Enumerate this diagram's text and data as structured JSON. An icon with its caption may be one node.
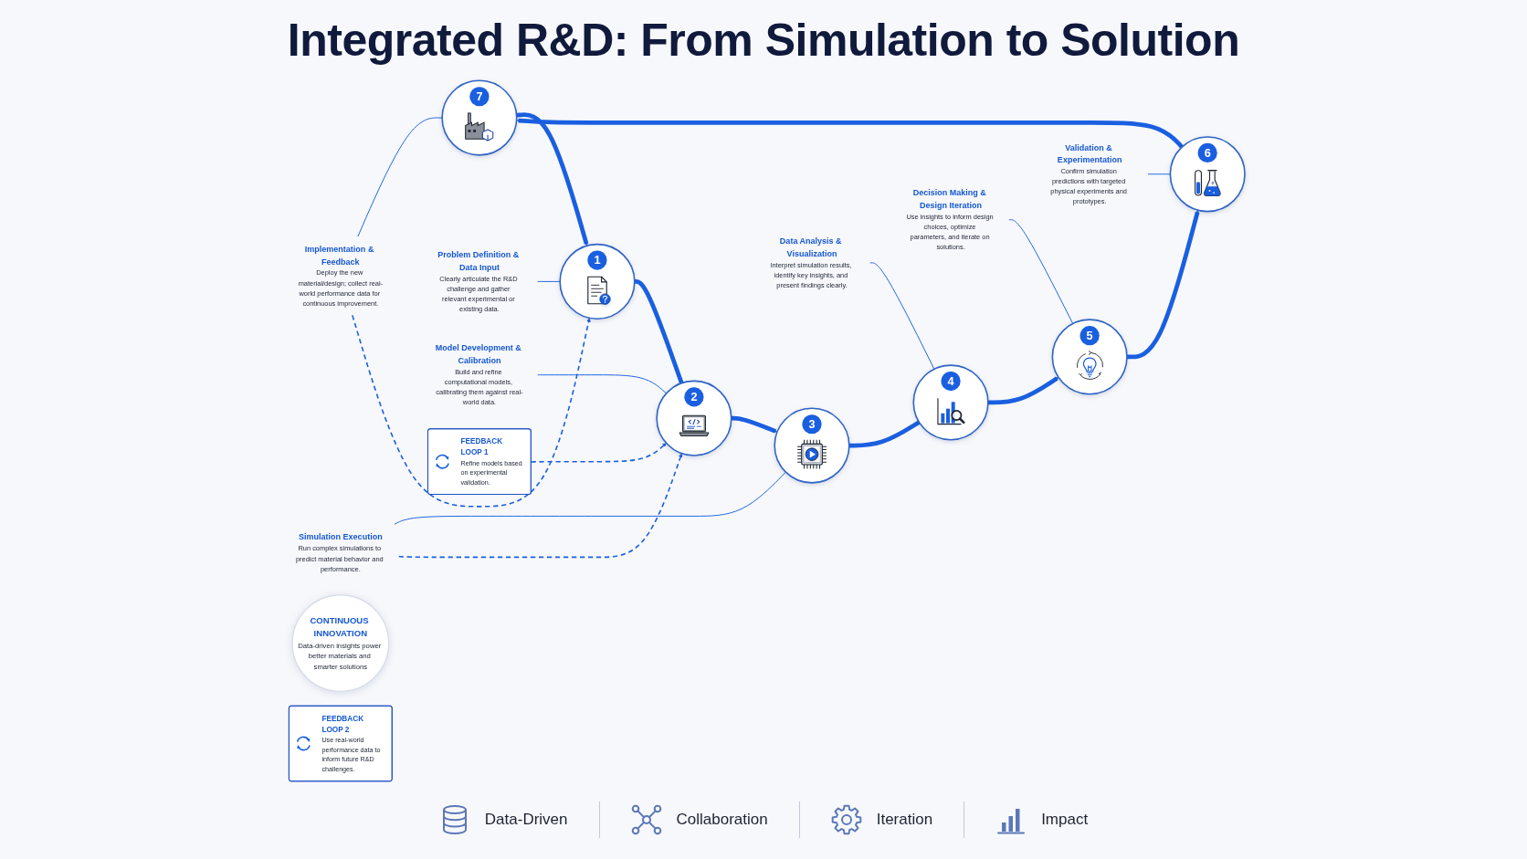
{
  "diagram": {
    "title": "Integrated R&D: From Simulation to Solution",
    "nodes": [
      {
        "text": [
          "1"
        ]
      },
      {
        "text": [
          "Problem Definition & Data Input",
          "Clearly articulate the R&D challenge and gather relevant experimental or existing data."
        ]
      },
      {
        "text": [
          "2"
        ]
      },
      {
        "text": [
          "Model Development & Calibration",
          "Build and refine computational models, calibrating them against real-world data."
        ]
      },
      {
        "text": [
          "3"
        ]
      },
      {
        "text": [
          "Simulation Execution",
          "Run complex simulations to predict material behavior and performance."
        ]
      },
      {
        "text": [
          "4"
        ]
      },
      {
        "text": [
          "Data Analysis & Visualization",
          "Interpret simulation results, identify key insights, and present findings clearly."
        ]
      },
      {
        "text": [
          "5"
        ]
      },
      {
        "text": [
          "Decision Making & Design Iteration",
          "Use insights to inform design choices, optimize parameters, and iterate on solutions."
        ]
      },
      {
        "text": [
          "6"
        ]
      },
      {
        "text": [
          "Validation & Experimentation",
          "Confirm simulation predictions with targeted physical experiments and prototypes."
        ]
      },
      {
        "text": [
          "7"
        ]
      },
      {
        "text": [
          "Implementation & Feedback",
          "Deploy the new material/design; collect real-world performance data for continuous improvement."
        ]
      },
      {
        "text": [
          "CONTINUOUS INNOVATION",
          "Data-driven insights power better materials and smarter solutions"
        ]
      },
      {
        "text": [
          "FEEDBACK LOOP 1",
          "Refine models based on experimental validation."
        ]
      },
      {
        "text": [
          "FEEDBACK LOOP 2",
          "Use real-world performance data to inform future R&D challenges."
        ]
      }
    ],
    "edges": [
      {
        "from": 0,
        "to": 2,
        "arrow": "none",
        "style": "thick"
      },
      {
        "from": 2,
        "to": 4,
        "arrow": "to",
        "style": "thick"
      },
      {
        "from": 4,
        "to": 6,
        "arrow": "none",
        "style": "thick"
      },
      {
        "from": 6,
        "to": 8,
        "arrow": "to",
        "style": "thick"
      },
      {
        "from": 8,
        "to": 10,
        "arrow": "to",
        "style": "thick"
      },
      {
        "from": 10,
        "to": 12,
        "arrow": "to",
        "style": "thick"
      },
      {
        "from": 12,
        "to": 0,
        "arrow": "to",
        "style": "thick"
      },
      {
        "from": 1,
        "to": 0,
        "arrow": "none"
      },
      {
        "from": 3,
        "to": 2,
        "arrow": "none"
      },
      {
        "from": 5,
        "to": 4,
        "arrow": "none"
      },
      {
        "from": 7,
        "to": 6,
        "arrow": "none"
      },
      {
        "from": 9,
        "to": 8,
        "arrow": "none"
      },
      {
        "from": 11,
        "to": 10,
        "arrow": "none"
      },
      {
        "from": 13,
        "to": 12,
        "arrow": "none"
      },
      {
        "from": 5,
        "to": 2,
        "arrow": "to",
        "style": "dashed"
      },
      {
        "from": 15,
        "to": 2,
        "arrow": "to",
        "style": "dashed"
      },
      {
        "from": 13,
        "to": 0,
        "arrow": "to",
        "style": "dashed"
      }
    ],
    "legend": [
      {
        "text": "Data-Driven"
      },
      {
        "text": "Collaboration"
      },
      {
        "text": "Iteration"
      },
      {
        "text": "Impact"
      }
    ]
  }
}
